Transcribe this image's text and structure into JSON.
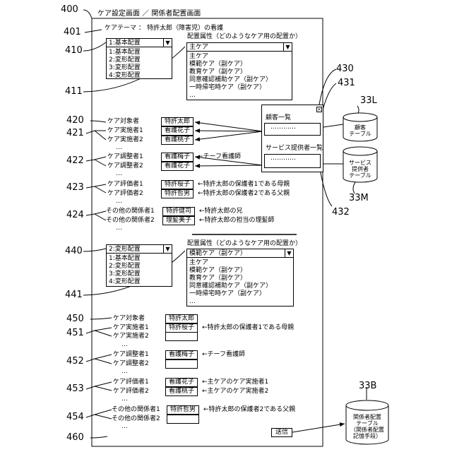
{
  "refs": {
    "r400": "400",
    "r401": "401",
    "r410": "410",
    "r411": "411",
    "r420": "420",
    "r421": "421",
    "r422": "422",
    "r423": "423",
    "r424": "424",
    "r430": "430",
    "r431": "431",
    "r432": "432",
    "r33L": "33L",
    "r33M": "33M",
    "r33B": "33B",
    "r440": "440",
    "r441": "441",
    "r450": "450",
    "r451": "451",
    "r452": "452",
    "r453": "453",
    "r454": "454",
    "r460": "460"
  },
  "screen_title": "ケア設定画面 ／ 関係者配置画面",
  "care_theme_label": "ケアテーマ ：",
  "care_theme_value": "特許太郎（障害児）の看護",
  "ellipsis": "…",
  "section1": {
    "placement_select": "1:基本配置",
    "placement_options": [
      "1:基本配置",
      "2:変形配置",
      "3:変形配置",
      "4:変形配置"
    ],
    "attr_label": "配置属性（どのようなケア用の配置か）",
    "attr_select": "主ケア",
    "attr_options": [
      "主ケア",
      "模範ケア（副ケア）",
      "教育ケア（副ケア）",
      "同意確認補助ケア（副ケア）",
      "一時帰宅時ケア（副ケア）",
      "…"
    ],
    "rows": {
      "target_label": "ケア対象者",
      "target_value": "特許太郎",
      "exec1_label": "ケア実施者1",
      "exec1_value": "看護花子",
      "exec2_label": "ケア実施者2",
      "exec2_value": "看護桃子",
      "adj1_label": "ケア調整者1",
      "adj1_value": "看護梅子",
      "adj1_note": "←チーフ看護師",
      "adj2_label": "ケア調整者2",
      "adj2_value": "看護花子",
      "eval1_label": "ケア評価者1",
      "eval1_value": "特許桜子",
      "eval1_note": "←特許太郎の保護者1である母親",
      "eval2_label": "ケア評価者2",
      "eval2_value": "特許哲男",
      "eval2_note": "←特許太郎の保護者2である父親",
      "other1_label": "その他の関係者1",
      "other1_value": "特許健司",
      "other1_note": "←特許太郎の兄",
      "other2_label": "その他の関係者2",
      "other2_value": "理髪美子",
      "other2_note": "←特許太郎の担当の理髪師"
    }
  },
  "popup": {
    "customer_title": "顧客一覧",
    "customer_item": "…………",
    "provider_title": "サービス提供者一覧",
    "provider_item": "…………",
    "close": "×"
  },
  "db": {
    "customer_table": [
      "顧客",
      "テーブル"
    ],
    "provider_table": [
      "サービス",
      "提供者",
      "テーブル"
    ],
    "placement_table": [
      "関係者配置",
      "テーブル",
      "（関係者配置",
      "記憶手段）"
    ]
  },
  "section2": {
    "placement_select": "2:変形配置",
    "placement_options": [
      "1:基本配置",
      "2:変形配置",
      "3:変形配置",
      "4:変形配置"
    ],
    "attr_label": "配置属性（どのようなケア用の配置か）",
    "attr_select": "模範ケア（副ケア）",
    "attr_options": [
      "主ケア",
      "模範ケア（副ケア）",
      "教育ケア（副ケア）",
      "同意確認補助ケア（副ケア）",
      "一時帰宅時ケア（副ケア）",
      "…"
    ],
    "rows": {
      "target_label": "ケア対象者",
      "target_value": "特許太郎",
      "exec1_label": "ケア実施者1",
      "exec1_value": "特許桜子",
      "exec1_note": "←特許太郎の保護者1である母親",
      "exec2_label": "ケア実施者2",
      "adj1_label": "ケア調整者1",
      "adj1_value": "看護梅子",
      "adj1_note": "←チーフ看護師",
      "adj2_label": "ケア調整者2",
      "eval1_label": "ケア評価者1",
      "eval1_value": "看護花子",
      "eval1_note": "←主ケアのケア実施者1",
      "eval2_label": "ケア評価者2",
      "eval2_value": "看護桃子",
      "eval2_note": "←主ケアのケア実施者2",
      "other1_label": "その他の関係者1",
      "other1_value": "特許哲男",
      "other1_note": "←特許太郎の保護者2である父親",
      "other2_label": "その他の関係者2"
    }
  },
  "send_button": "送信"
}
